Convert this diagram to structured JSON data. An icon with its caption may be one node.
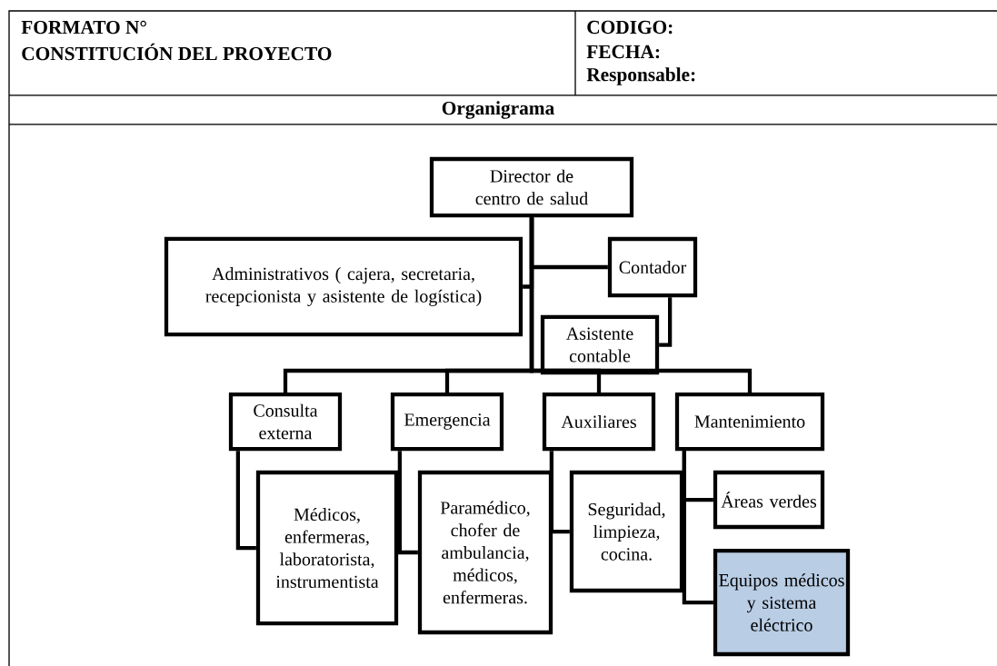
{
  "diagram": {
    "nodes": [
      {
        "text": [
          "Director de centro de salud"
        ]
      },
      {
        "text": [
          "Administrativos ( cajera, secretaria, recepcionista y asistente de logística)"
        ]
      },
      {
        "text": [
          "Contador"
        ]
      },
      {
        "text": [
          "Asistente contable"
        ]
      },
      {
        "text": [
          "Consulta externa"
        ]
      },
      {
        "text": [
          "Emergencia"
        ]
      },
      {
        "text": [
          "Auxiliares"
        ]
      },
      {
        "text": [
          "Mantenimiento"
        ]
      },
      {
        "text": [
          "Médicos, enfermeras, laboratorista, instrumentista"
        ]
      },
      {
        "text": [
          "Paramédico, chofer de ambulancia, médicos, enfermeras."
        ]
      },
      {
        "text": [
          "Seguridad, limpieza, cocina."
        ]
      },
      {
        "text": [
          "Áreas verdes"
        ]
      },
      {
        "text": [
          "Equipos médicos y sistema eléctrico"
        ]
      }
    ],
    "edges": [
      {
        "from": 0,
        "to": 1,
        "arrow": "none"
      },
      {
        "from": 0,
        "to": 2,
        "arrow": "none"
      },
      {
        "from": 2,
        "to": 3,
        "arrow": "none"
      },
      {
        "from": 0,
        "to": 4,
        "arrow": "none"
      },
      {
        "from": 0,
        "to": 5,
        "arrow": "none"
      },
      {
        "from": 0,
        "to": 6,
        "arrow": "none"
      },
      {
        "from": 0,
        "to": 7,
        "arrow": "none"
      },
      {
        "from": 4,
        "to": 8,
        "arrow": "none"
      },
      {
        "from": 5,
        "to": 9,
        "arrow": "none"
      },
      {
        "from": 6,
        "to": 10,
        "arrow": "none"
      },
      {
        "from": 7,
        "to": 11,
        "arrow": "none"
      },
      {
        "from": 7,
        "to": 12,
        "arrow": "none"
      }
    ],
    "labels": [
      "FORMATO N°",
      "CONSTITUCIÓN DEL PROYECTO",
      "CODIGO:",
      "FECHA:",
      "Responsable:",
      "Organigrama"
    ]
  }
}
